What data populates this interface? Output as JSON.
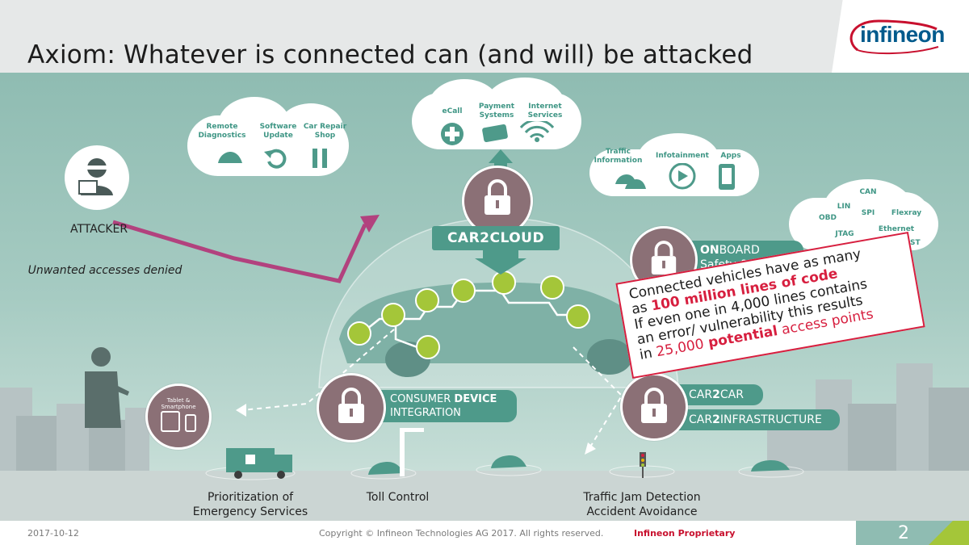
{
  "title": "Axiom: Whatever is connected can (and will) be attacked",
  "logo": "infineon",
  "attacker": {
    "label": "ATTACKER",
    "note": "Unwanted accesses denied"
  },
  "cloud_left": {
    "items": [
      "Remote Diagnostics",
      "Software Update",
      "Car Repair Shop"
    ]
  },
  "cloud_top": {
    "items": [
      "eCall",
      "Payment Systems",
      "Internet Services"
    ]
  },
  "cloud_mid": {
    "items": [
      "Traffic Information",
      "Infotainment",
      "Apps"
    ]
  },
  "cloud_right": {
    "items": [
      "CAN",
      "LIN",
      "SPI",
      "Flexray",
      "OBD",
      "JTAG",
      "Ethernet",
      "MOST"
    ]
  },
  "car2cloud": "CAR2CLOUD",
  "onboard": {
    "bold": "ON",
    "rest": "BOARD",
    "sub": "Safety & security"
  },
  "consumer": {
    "line1a": "CONSUMER ",
    "line1b": "DEVICE",
    "line2": "INTEGRATION"
  },
  "car2car": {
    "a": "CAR",
    "b": "2",
    "c": "CAR"
  },
  "car2infra": {
    "a": "CAR",
    "b": "2",
    "c": "INFRASTRUCTURE"
  },
  "tablet": "Tablet & Smartphone",
  "callout": {
    "l1": "Connected vehicles have as many",
    "l2a": "as ",
    "l2b": "100 million lines of code",
    "l3": "If even one in 4,000 lines contains",
    "l4": "an error/ vulnerability this results",
    "l5a": "in ",
    "l5b": "25,000",
    "l5c": " potential",
    "l5d": " access points"
  },
  "bottom": {
    "emergency": "Prioritization of Emergency Services",
    "toll": "Toll Control",
    "traffic": "Traffic Jam Detection Accident Avoidance"
  },
  "footer": {
    "date": "2017-10-12",
    "copyright": "Copyright © Infineon Technologies AG 2017. All rights reserved.",
    "proprietary": "Infineon Proprietary",
    "page": "2"
  },
  "colors": {
    "teal": "#4e9a8a",
    "mauve": "#8b7076",
    "red": "#d71f3f",
    "green": "#a4c639",
    "bg": "#a6cbc2"
  }
}
